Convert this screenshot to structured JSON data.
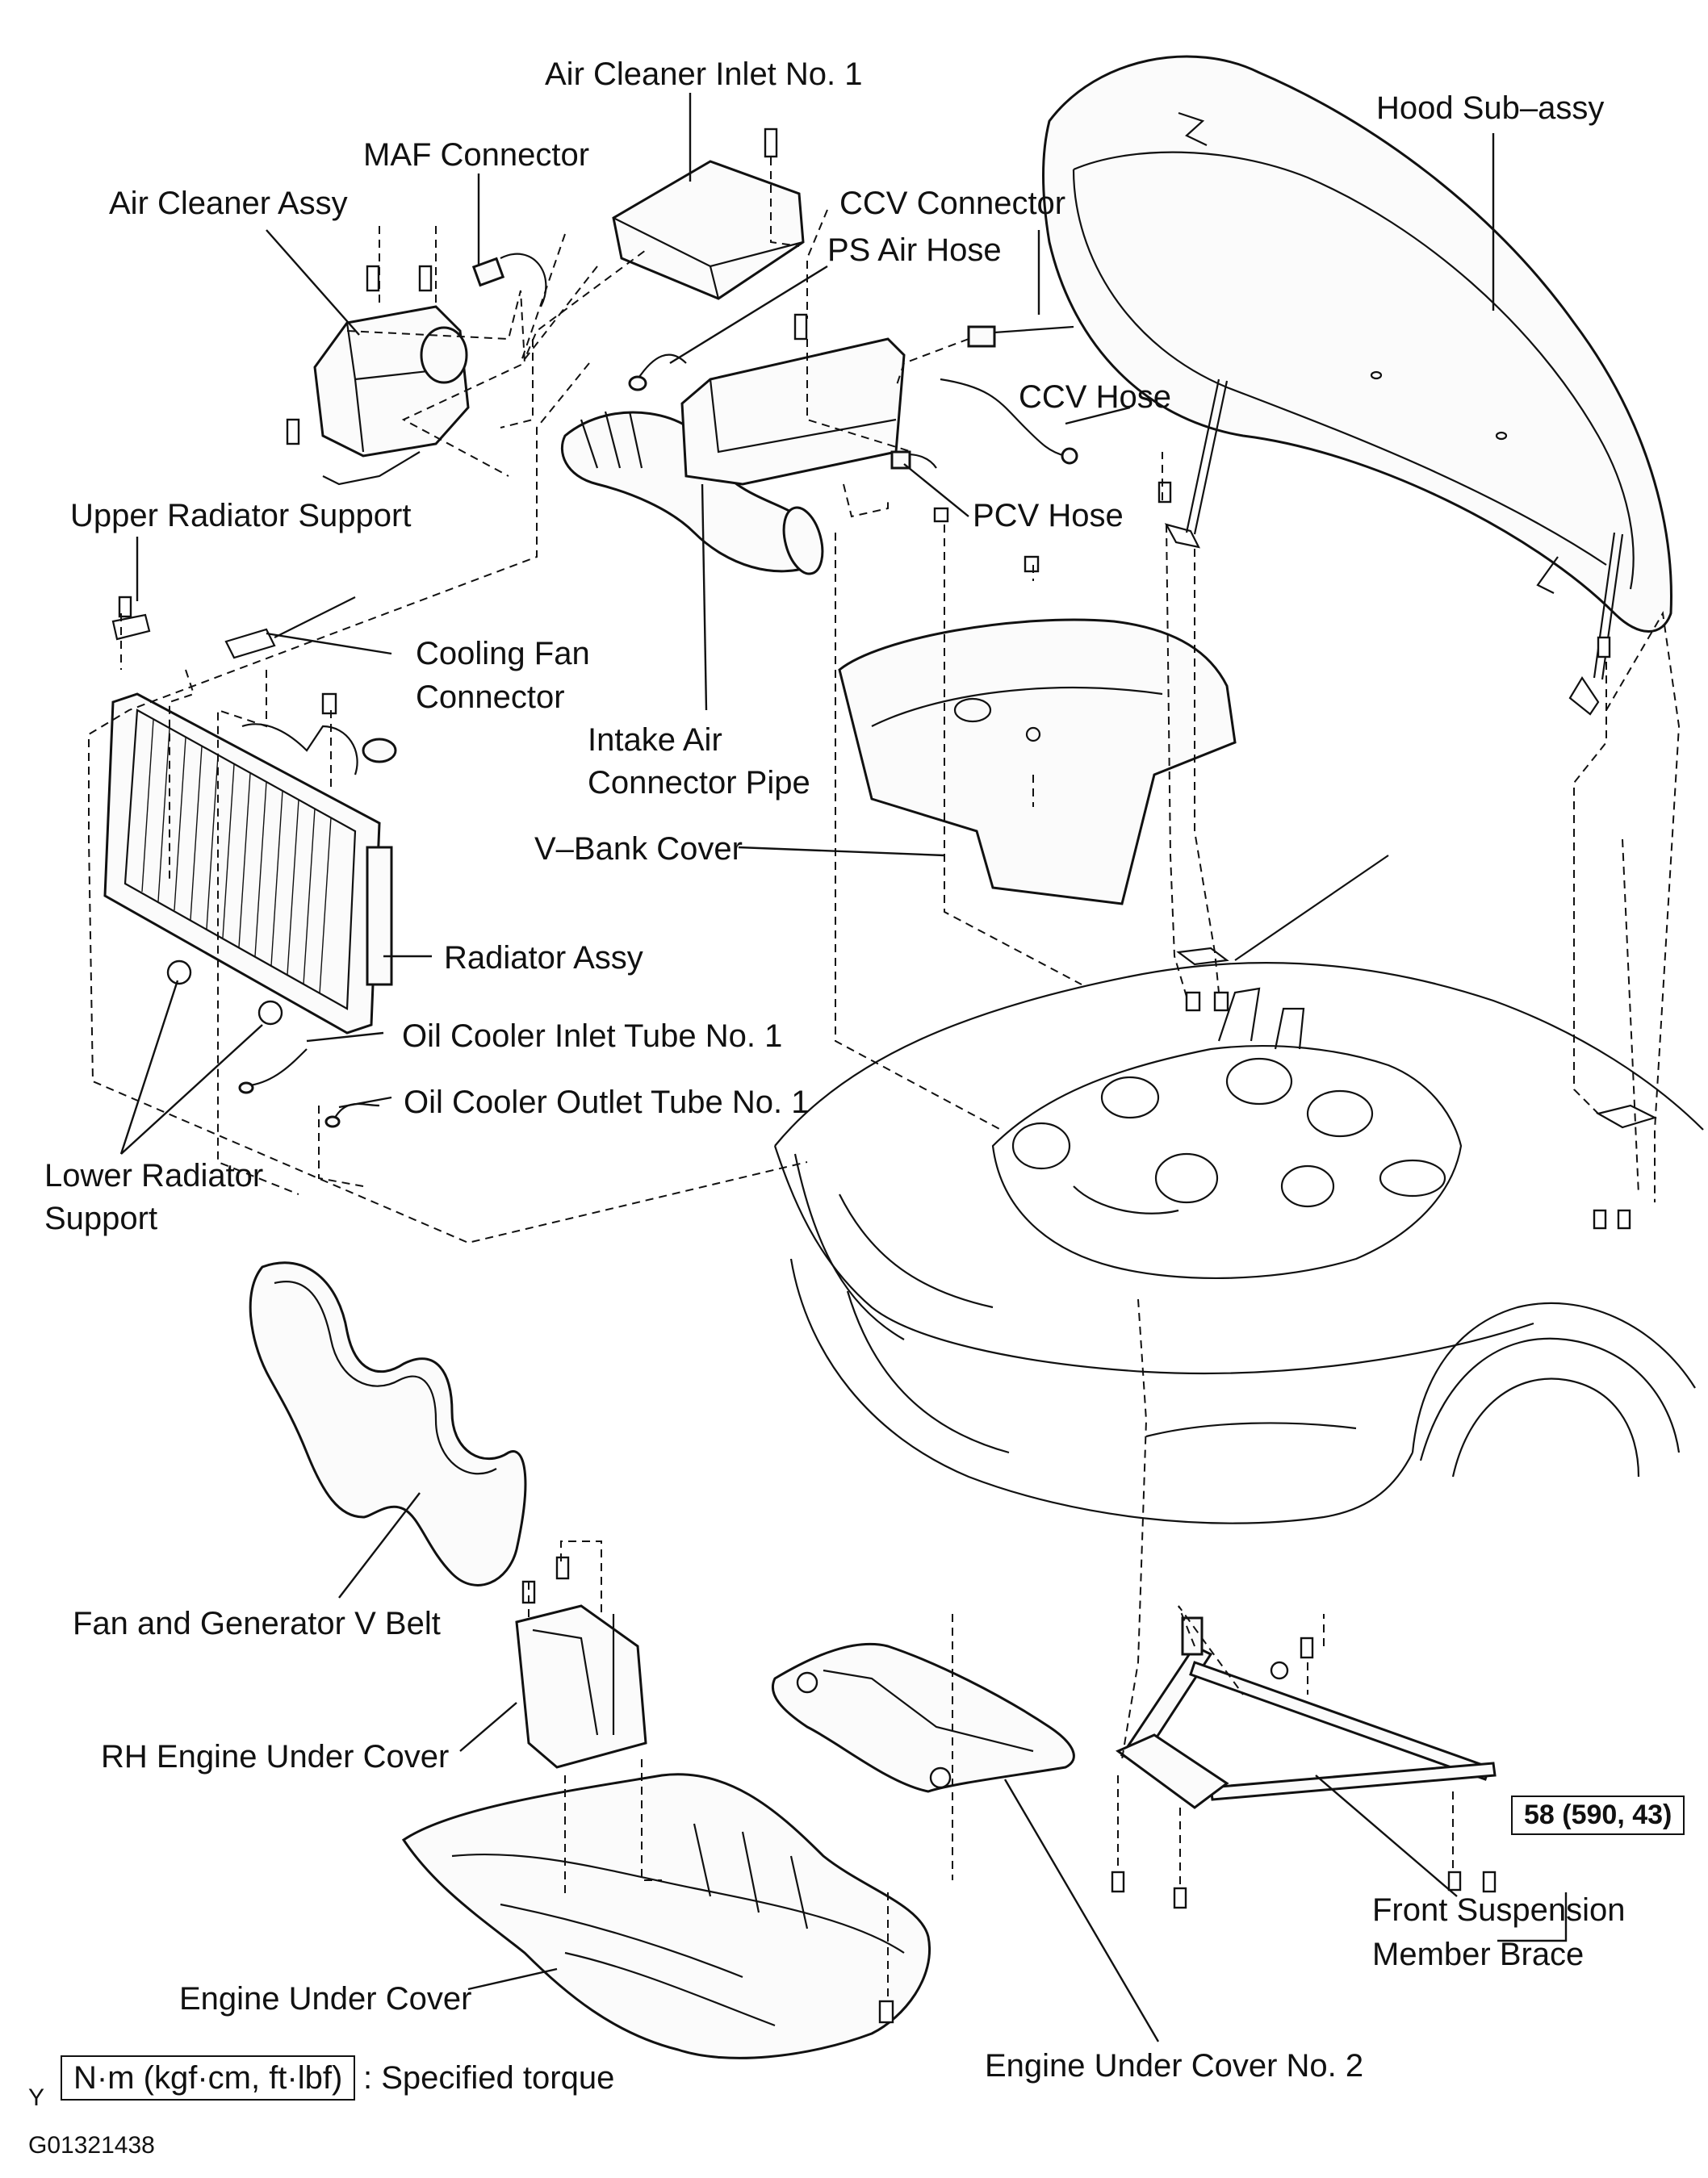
{
  "labels": {
    "air_cleaner_inlet": "Air Cleaner Inlet No. 1",
    "maf_connector": "MAF Connector",
    "air_cleaner_assy": "Air Cleaner Assy",
    "ccv_connector": "CCV Connector",
    "ps_air_hose": "PS Air Hose",
    "hood_sub_assy": "Hood Sub–assy",
    "ccv_hose": "CCV Hose",
    "pcv_hose": "PCV Hose",
    "upper_radiator_support": "Upper Radiator Support",
    "cooling_fan_connector_1": "Cooling Fan",
    "cooling_fan_connector_2": "Connector",
    "intake_air_pipe_1": "Intake Air",
    "intake_air_pipe_2": "Connector Pipe",
    "v_bank_cover": "V–Bank Cover",
    "radiator_assy": "Radiator Assy",
    "oil_cooler_inlet": "Oil Cooler Inlet Tube No. 1",
    "oil_cooler_outlet": "Oil Cooler Outlet Tube No. 1",
    "lower_radiator_support_1": "Lower Radiator",
    "lower_radiator_support_2": "Support",
    "fan_generator_belt": "Fan and Generator V Belt",
    "rh_engine_under_cover": "RH Engine Under Cover",
    "engine_under_cover": "Engine Under Cover",
    "engine_under_cover_2": "Engine Under Cover No. 2",
    "front_suspension_brace_1": "Front Suspension",
    "front_suspension_brace_2": "Member Brace"
  },
  "torque": {
    "brace_value": "58 (590, 43)"
  },
  "legend": {
    "units": "N·m (kgf·cm, ft·lbf)",
    "description": ": Specified torque",
    "mark": "Y"
  },
  "figure_code": "G01321438"
}
